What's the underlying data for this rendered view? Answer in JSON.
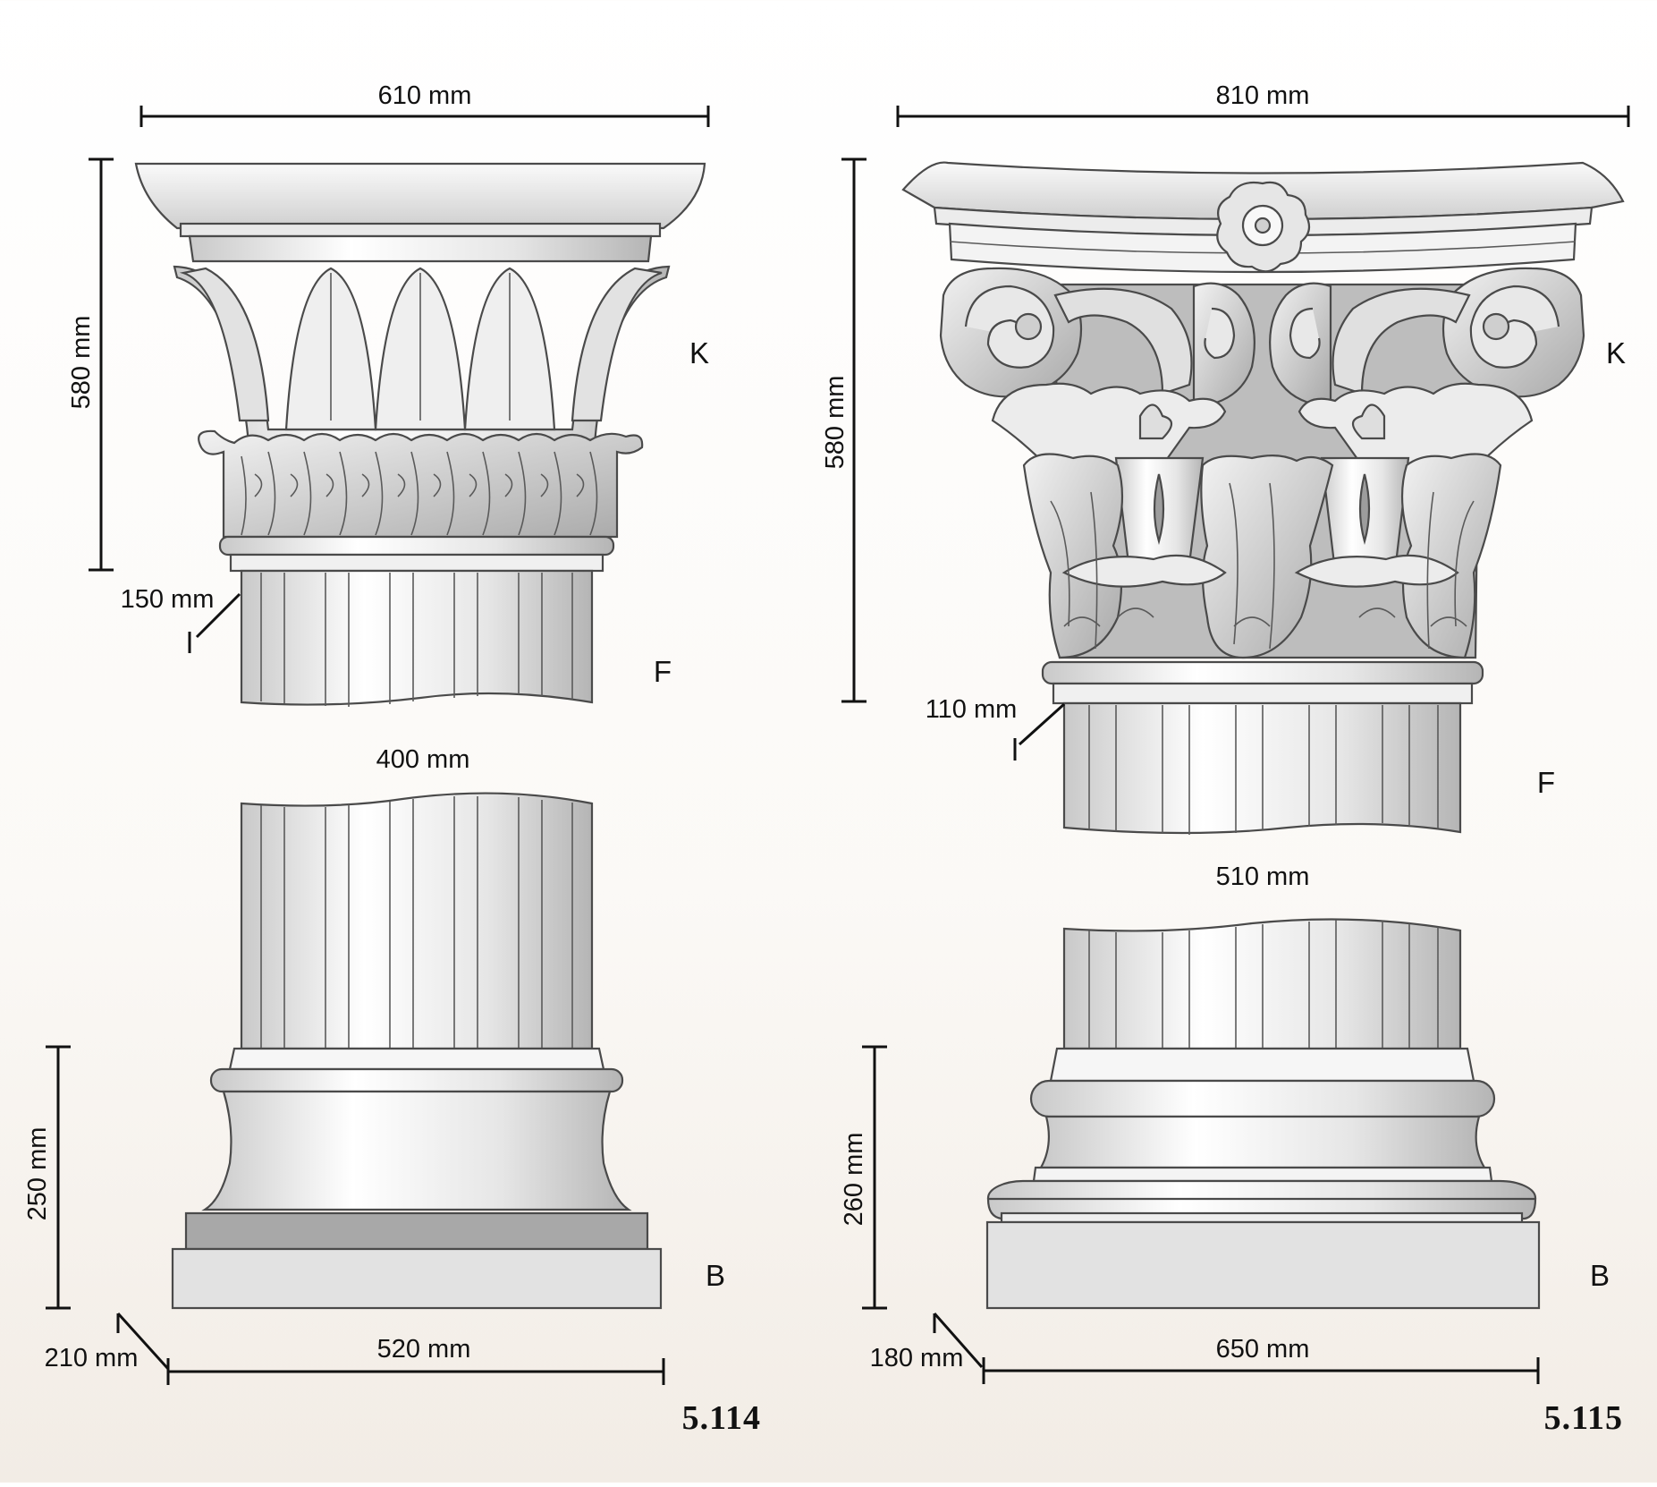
{
  "left_column": {
    "code": "5.114",
    "capital_width": "610 mm",
    "capital_height": "580 mm",
    "flute_depth": "150 mm",
    "shaft_width": "400 mm",
    "base_height": "250 mm",
    "base_depth": "210 mm",
    "base_width": "520 mm",
    "labels": {
      "capital": "K",
      "shaft": "F",
      "base": "B"
    }
  },
  "right_column": {
    "code": "5.115",
    "capital_width": "810 mm",
    "capital_height": "580 mm",
    "flute_depth": "110 mm",
    "shaft_width": "510 mm",
    "base_height": "260 mm",
    "base_depth": "180 mm",
    "base_width": "650 mm",
    "labels": {
      "capital": "K",
      "shaft": "F",
      "base": "B"
    }
  },
  "colors": {
    "outline": "#4a4a4a",
    "light_fill": "#f4f4f4",
    "mid_fill": "#d8d8d8",
    "dark_fill": "#a8a8a8"
  }
}
